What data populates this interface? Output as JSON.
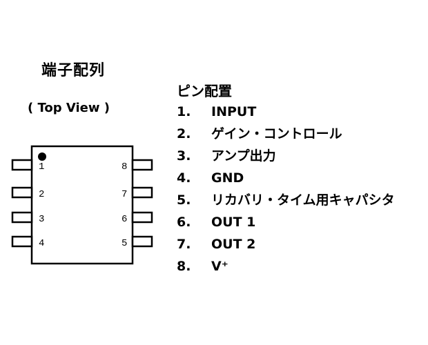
{
  "heading": "端子配列",
  "view_label": "( Top View )",
  "chip": {
    "left_pins": [
      "1",
      "2",
      "3",
      "4"
    ],
    "right_pins": [
      "8",
      "7",
      "6",
      "5"
    ]
  },
  "pin_table": {
    "title": "ピン配置",
    "rows": [
      {
        "no": "1.",
        "fn": "INPUT"
      },
      {
        "no": "2.",
        "fn": "ゲイン・コントロール"
      },
      {
        "no": "3.",
        "fn": "アンプ出力"
      },
      {
        "no": "4.",
        "fn": "GND"
      },
      {
        "no": "5.",
        "fn": "リカバリ・タイム用キャパシタ"
      },
      {
        "no": "6.",
        "fn": "OUT 1"
      },
      {
        "no": "7.",
        "fn": "OUT 2"
      },
      {
        "no": "8.",
        "fn": "V⁺"
      }
    ]
  }
}
